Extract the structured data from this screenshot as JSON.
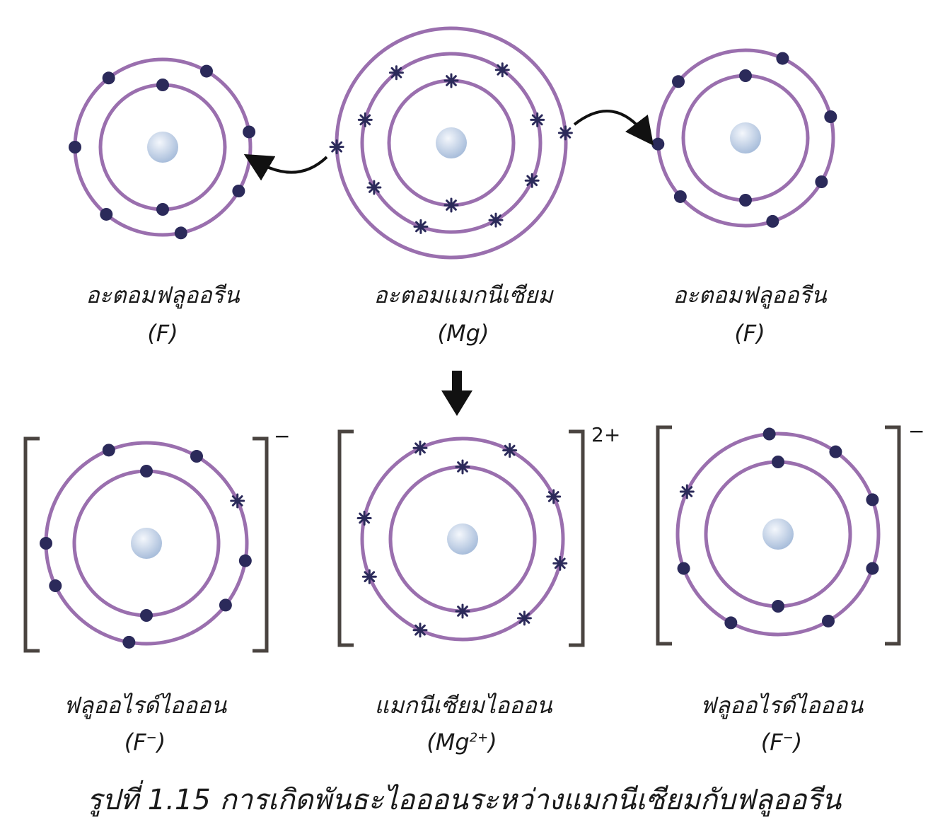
{
  "colors": {
    "shell": "#9a6fae",
    "electron": "#2b2a5a",
    "nucleus_light": "#f4f7fc",
    "nucleus_dark": "#a9bedb",
    "bracket": "#4a4440",
    "arrow": "#111111"
  },
  "atoms_top": [
    {
      "name": "อะตอมฟลูออรีน",
      "symbol": "(F)"
    },
    {
      "name": "อะตอมแมกนีเซียม",
      "symbol": "(Mg)"
    },
    {
      "name": "อะตอมฟลูออรีน",
      "symbol": "(F)"
    }
  ],
  "ions_bottom": [
    {
      "name": "ฟลูออไรด์ไอออน",
      "symbol_base": "(F",
      "symbol_sup": "−",
      "symbol_end": ")",
      "charge": "−"
    },
    {
      "name": "แมกนีเซียมไอออน",
      "symbol_base": "(Mg",
      "symbol_sup": "2+",
      "symbol_end": ")",
      "charge": "2+"
    },
    {
      "name": "ฟลูออไรด์ไอออน",
      "symbol_base": "(F",
      "symbol_sup": "−",
      "symbol_end": ")",
      "charge": "−"
    }
  ],
  "caption": "รูปที่ 1.15 การเกิดพันธะไอออนระหว่างแมกนีเซียมกับฟลูออรีน"
}
